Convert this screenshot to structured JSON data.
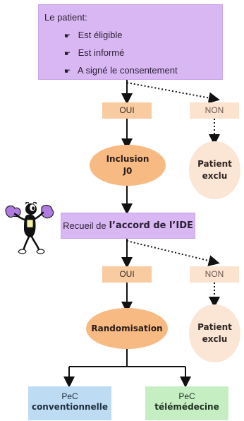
{
  "criteria": {
    "title": "Le patient:",
    "items": [
      "Est éligible",
      "Est informé",
      "A signé le consentement"
    ]
  },
  "first_decision": {
    "yes": "OUI",
    "no": "NON"
  },
  "inclusion": {
    "line1": "Inclusion",
    "line2": "J0"
  },
  "excluded_1": {
    "line1": "Patient",
    "line2": "exclu"
  },
  "recueil": {
    "prefix": "Recueil de",
    "emphasis": "l’accord de l’IDE"
  },
  "second_decision": {
    "yes": "OUI",
    "no": "NON"
  },
  "randomisation": {
    "label": "Randomisation"
  },
  "excluded_2": {
    "line1": "Patient",
    "line2": "exclu"
  },
  "arms": {
    "conventional": {
      "line1": "PeC",
      "line2": "conventionnelle"
    },
    "telemedicine": {
      "line1": "PeC",
      "line2": "télémédecine"
    }
  },
  "icons": {
    "bullet": "pointing-hand-icon",
    "mascot": "cartoon-character-icon"
  },
  "colors": {
    "purple_box": "#d8b7f3",
    "yes_box": "#f8cba1",
    "no_box": "#fce3cf",
    "main_ellipse": "#f7ba83",
    "excluded_ellipse": "#fbe5d5",
    "conventional_box": "#bddcf3",
    "telemedicine_box": "#c5eec3"
  }
}
